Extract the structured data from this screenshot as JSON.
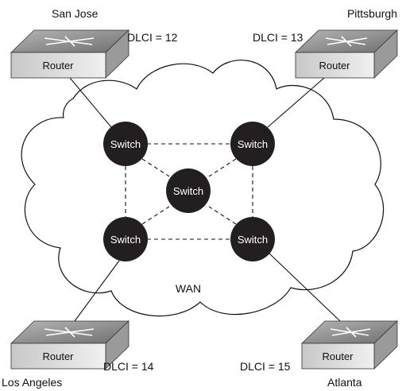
{
  "cloud": {
    "label": "WAN"
  },
  "switches": [
    {
      "id": "sw-top-left",
      "label": "Switch"
    },
    {
      "id": "sw-top-right",
      "label": "Switch"
    },
    {
      "id": "sw-center",
      "label": "Switch"
    },
    {
      "id": "sw-bottom-left",
      "label": "Switch"
    },
    {
      "id": "sw-bottom-right",
      "label": "Switch"
    }
  ],
  "routers": [
    {
      "id": "router-san-jose",
      "label": "Router",
      "site": "San Jose",
      "dlci": "DLCI = 12"
    },
    {
      "id": "router-pittsburgh",
      "label": "Router",
      "site": "Pittsburgh",
      "dlci": "DLCI = 13"
    },
    {
      "id": "router-los-angeles",
      "label": "Router",
      "site": "Los Angeles",
      "dlci": "DLCI = 14"
    },
    {
      "id": "router-atlanta",
      "label": "Router",
      "site": "Atlanta",
      "dlci": "DLCI = 15"
    }
  ],
  "colors": {
    "switch_fill": "#231f20",
    "router_top": "#8a8a8a",
    "router_front": "#d9d9d9",
    "line": "#111111"
  }
}
